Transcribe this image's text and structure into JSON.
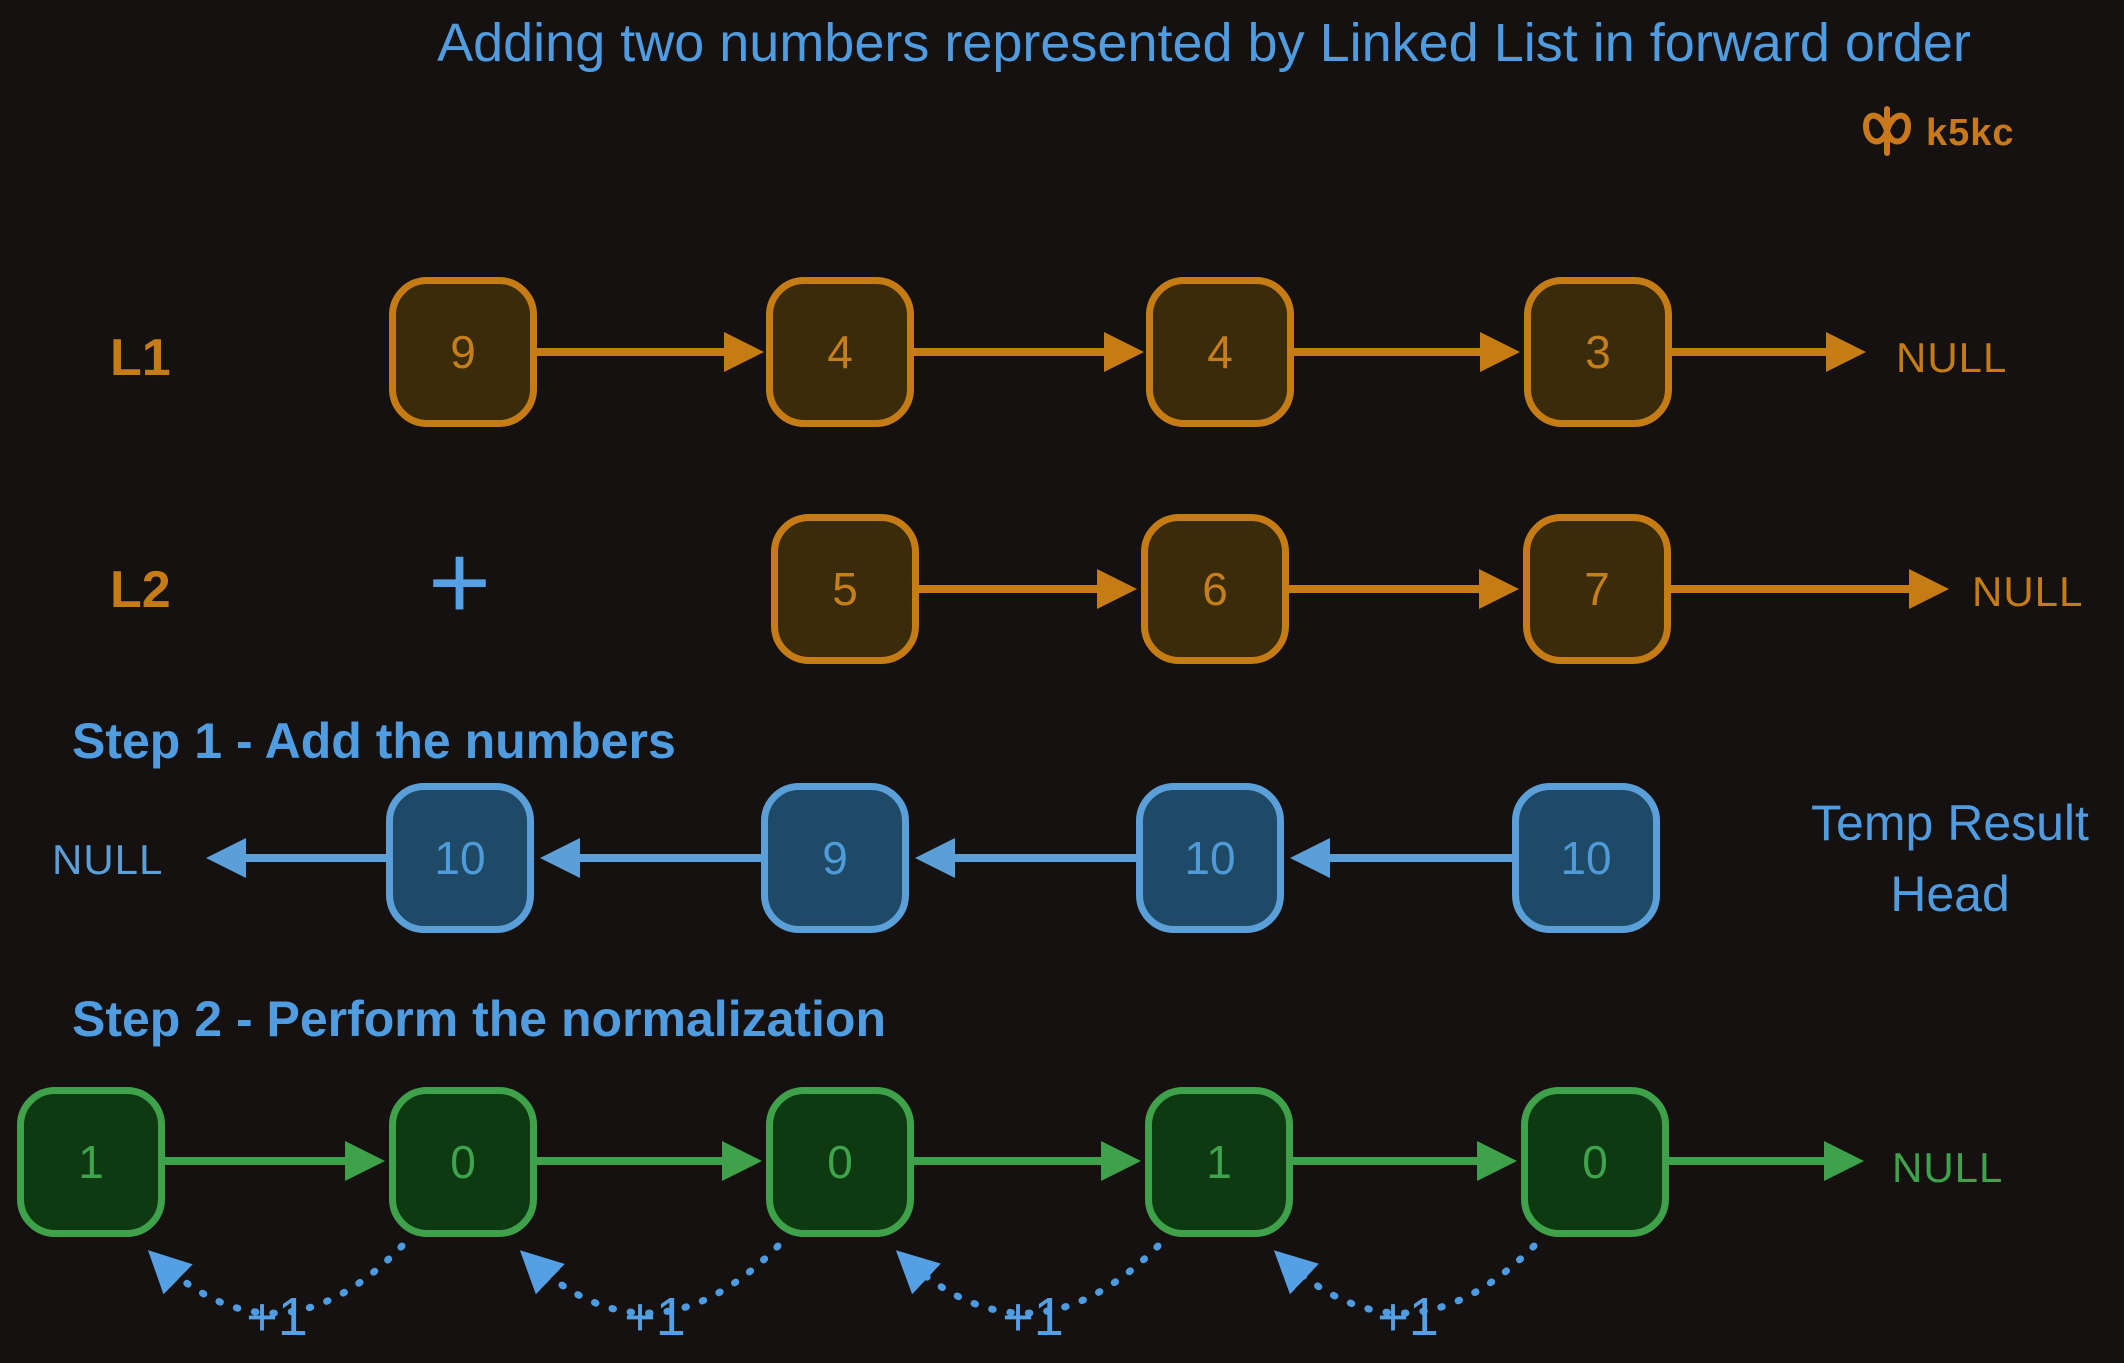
{
  "title": "Adding two numbers represented by Linked List in forward order",
  "brand": "k5kc",
  "colors": {
    "background": "#141110",
    "blue_text": "#4f9ce1",
    "orange_stroke": "#c67c15",
    "orange_fill": "#3a2b0a",
    "blue_stroke": "#5b9fd9",
    "blue_fill": "#1e4a68",
    "green_stroke": "#3fa24b",
    "green_fill": "#0e3a12",
    "carry_blue": "#55a0e5"
  },
  "l1": {
    "label": "L1",
    "nodes": [
      "9",
      "4",
      "4",
      "3"
    ],
    "null_label": "NULL"
  },
  "l2": {
    "label": "L2",
    "operator": "+",
    "nodes": [
      "5",
      "6",
      "7"
    ],
    "null_label": "NULL"
  },
  "step1": {
    "heading": "Step 1 - Add the numbers",
    "null_label": "NULL",
    "nodes": [
      "10",
      "9",
      "10",
      "10"
    ],
    "note": "Temp Result Head"
  },
  "step2": {
    "heading": "Step 2 - Perform the normalization",
    "nodes": [
      "1",
      "0",
      "0",
      "1",
      "0"
    ],
    "null_label": "NULL",
    "carries": [
      "+1",
      "+1",
      "+1",
      "+1"
    ]
  }
}
